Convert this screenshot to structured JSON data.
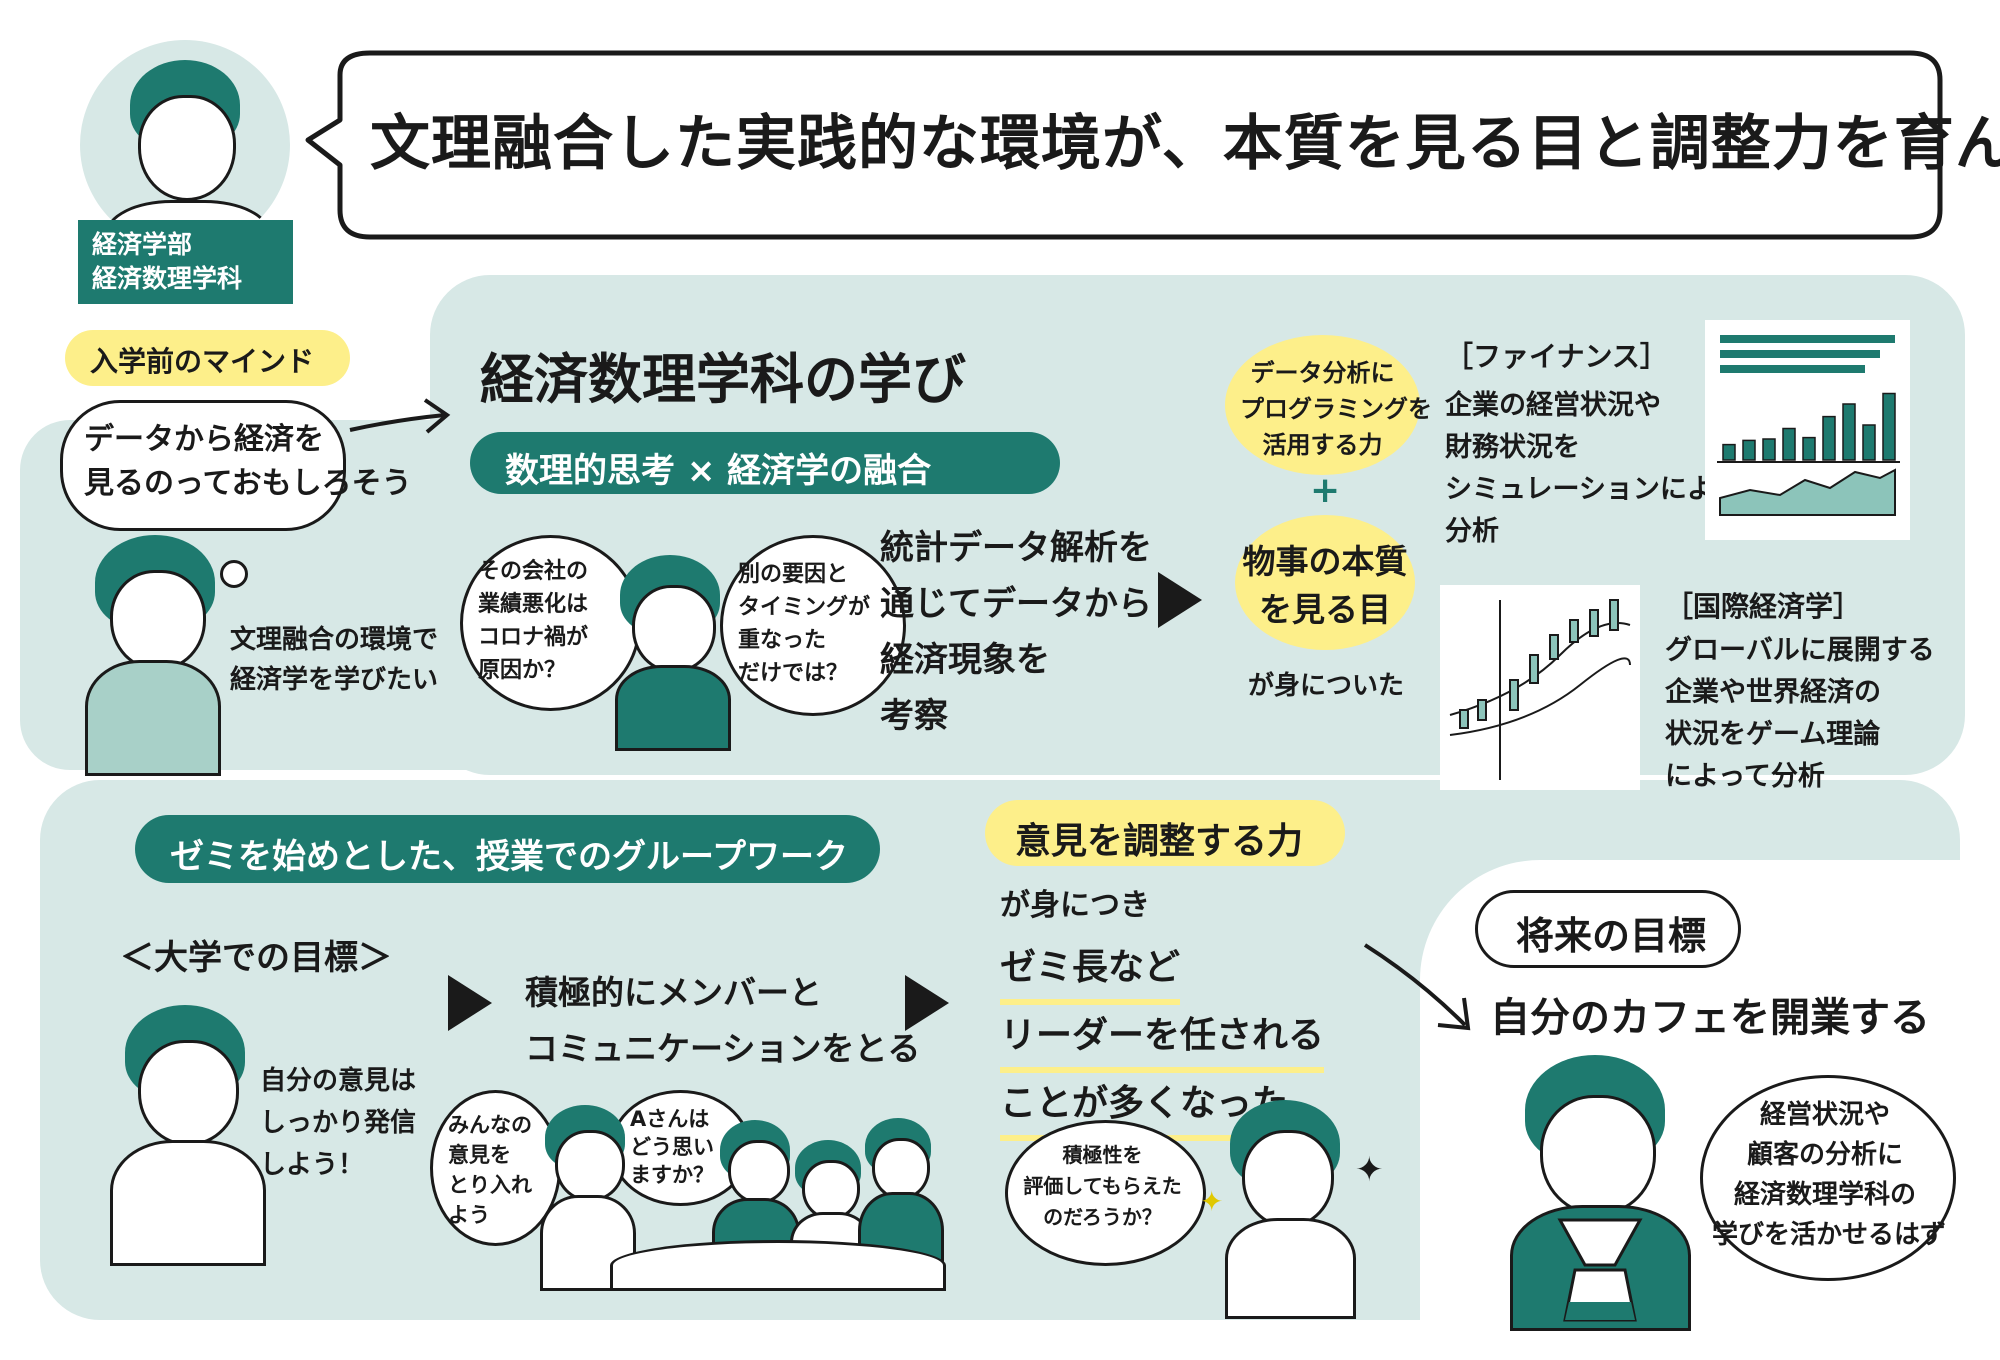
{
  "header": {
    "title": "文理融合した実践的な環境が、本質を見る目と調整力を育んだ",
    "department_lines": [
      "経済学部",
      "経済数理学科"
    ]
  },
  "mindset": {
    "label": "入学前のマインド",
    "speech_lines": [
      "データから経済を",
      "見るのっておもしろそう"
    ],
    "thought_lines": [
      "文理融合の環境で",
      "経済学を学びたい"
    ]
  },
  "study": {
    "title": "経済数理学科の学び",
    "banner": "数理的思考 × 経済学の融合",
    "bubble_left_lines": [
      "その会社の",
      "業績悪化は",
      "コロナ禍が",
      "原因か？"
    ],
    "bubble_right_lines": [
      "別の要因と",
      "タイミングが",
      "重なった",
      "だけでは？"
    ],
    "description_lines": [
      "統計データ解析を",
      "通じてデータから",
      "経済現象を",
      "考察"
    ]
  },
  "skills": {
    "skill1_lines": [
      "データ分析に",
      "プログラミングを",
      "活用する力"
    ],
    "plus": "+",
    "skill2_lines": [
      "物事の本質",
      "を見る目"
    ],
    "acquired": "が身についた"
  },
  "finance": {
    "heading": "［ファイナンス］",
    "lines": [
      "企業の経営状況や",
      "財務状況を",
      "シミュレーションにより",
      "分析"
    ],
    "bars": [
      0.22,
      0.28,
      0.3,
      0.45,
      0.32,
      0.62,
      0.8,
      0.5,
      0.95
    ]
  },
  "intl": {
    "heading": "［国際経済学］",
    "lines": [
      "グローバルに展開する",
      "企業や世界経済の",
      "状況をゲーム理論",
      "によって分析"
    ]
  },
  "groupwork": {
    "banner": "ゼミを始めとした、授業でのグループワーク",
    "goal_heading": "＜大学での目標＞",
    "goal_thought_lines": [
      "自分の意見は",
      "しっかり発信",
      "しよう！"
    ],
    "action_lines": [
      "積極的にメンバーと",
      "コミュニケーションをとる"
    ],
    "bubble_members_lines": [
      "みんなの",
      "意見を",
      "とり入れ",
      "よう"
    ],
    "bubble_question_lines": [
      "Aさんは",
      "どう思い",
      "ますか？"
    ]
  },
  "coordination": {
    "heading": "意見を調整する力",
    "result_lines": [
      "が身につき",
      "ゼミ長など",
      "リーダーを任される",
      "ことが多くなった"
    ],
    "thought_lines": [
      "積極性を",
      "評価してもらえた",
      "のだろうか？"
    ]
  },
  "future": {
    "heading": "将来の目標",
    "goal": "自分のカフェを開業する",
    "thought_lines": [
      "経営状況や",
      "顧客の分析に",
      "経済数理学科の",
      "学びを活かせるはず"
    ]
  },
  "colors": {
    "teal": "#1e7a6f",
    "panel": "#d7e8e6",
    "yellow": "#fdef8a",
    "ink": "#1a1a1a"
  }
}
